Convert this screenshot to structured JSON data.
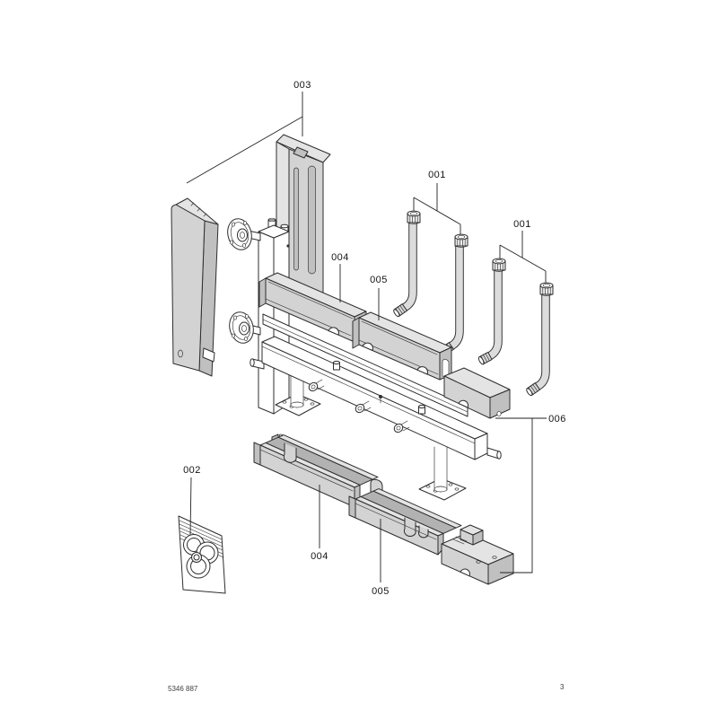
{
  "document": {
    "doc_number": "5346 887",
    "page_number": "3"
  },
  "labels": {
    "group_003": "003",
    "pipes_left_001": "001",
    "pipes_right_001": "001",
    "shell_top_004": "004",
    "shell_top_005": "005",
    "end_cap_006": "006",
    "gasket_bag_002": "002",
    "shell_bottom_004": "004",
    "shell_bottom_005": "005"
  },
  "colors": {
    "page_bg": "#ffffff",
    "line": "#2e2e2e",
    "leader_line": "#222222",
    "label_text": "#141414",
    "footer_text": "#3d3d3d",
    "metal_fill": "#ffffff",
    "ins_front": "#d3d3d3",
    "ins_top": "#e4e4e4",
    "ins_side": "#c0c0c0",
    "ins_inner": "#b2b2b2",
    "tube_fill": "#dcdcdc",
    "tube_outline": "#2e2e2e",
    "nut_fill": "#ececec"
  }
}
